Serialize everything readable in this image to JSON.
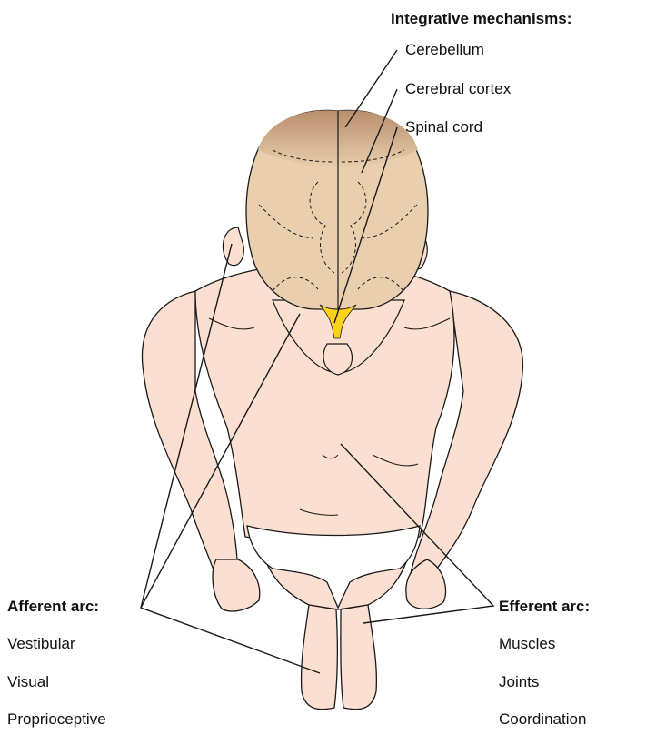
{
  "integrative": {
    "heading": "Integrative mechanisms:",
    "items": [
      "Cerebellum",
      "Cerebral cortex",
      "Spinal cord"
    ]
  },
  "afferent": {
    "heading": "Afferent arc:",
    "items": [
      "Vestibular",
      "Visual",
      "Proprioceptive"
    ]
  },
  "efferent": {
    "heading": "Efferent arc:",
    "items": [
      "Muscles",
      "Joints",
      "Coordination"
    ]
  },
  "colors": {
    "skin": "#fbe0d2",
    "brain": "#e9cfae",
    "cerebellum": "#c9a07c",
    "spinal_cord": "#ffd21a",
    "briefs": "#ffffff",
    "outline": "#1a1a1a"
  }
}
